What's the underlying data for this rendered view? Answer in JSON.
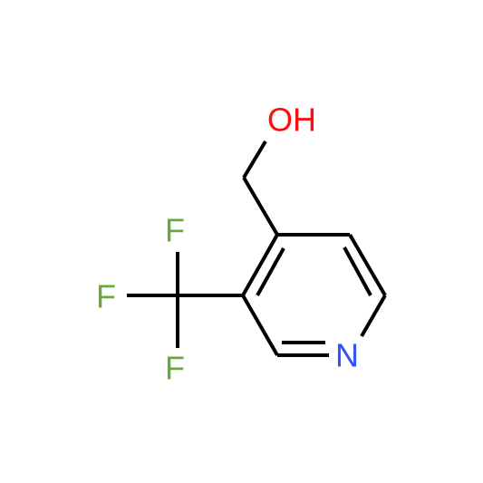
{
  "molecule": {
    "atoms": [
      {
        "id": "hydroxyl-oxygen",
        "label": "OH",
        "color": "#ff0d0d"
      },
      {
        "id": "ring-nitrogen",
        "label": "N",
        "color": "#3050f8"
      },
      {
        "id": "fluorine-top",
        "label": "F",
        "color": "#6ba83c"
      },
      {
        "id": "fluorine-left",
        "label": "F",
        "color": "#6ba83c"
      },
      {
        "id": "fluorine-bottom",
        "label": "F",
        "color": "#6ba83c"
      }
    ],
    "bond_color": "#000000"
  }
}
